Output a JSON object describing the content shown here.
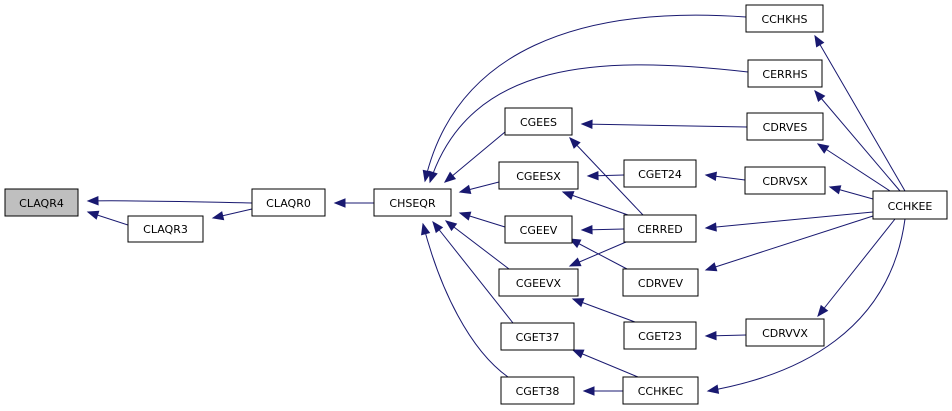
{
  "graph": {
    "root": "CLAQR4",
    "nodes": {
      "CLAQR4": "CLAQR4",
      "CLAQR3": "CLAQR3",
      "CLAQR0": "CLAQR0",
      "CHSEQR": "CHSEQR",
      "CGEES": "CGEES",
      "CGEESX": "CGEESX",
      "CGEEV": "CGEEV",
      "CGEEVX": "CGEEVX",
      "CGET37": "CGET37",
      "CGET38": "CGET38",
      "CGET24": "CGET24",
      "CERRED": "CERRED",
      "CDRVEV": "CDRVEV",
      "CGET23": "CGET23",
      "CCHKEC": "CCHKEC",
      "CCHKHS": "CCHKHS",
      "CERRHS": "CERRHS",
      "CDRVES": "CDRVES",
      "CDRVSX": "CDRVSX",
      "CDRVVX": "CDRVVX",
      "CCHKEE": "CCHKEE"
    },
    "edges": [
      [
        "CLAQR3",
        "CLAQR4"
      ],
      [
        "CLAQR0",
        "CLAQR4"
      ],
      [
        "CLAQR0",
        "CLAQR3"
      ],
      [
        "CHSEQR",
        "CLAQR0"
      ],
      [
        "CCHKHS",
        "CHSEQR"
      ],
      [
        "CERRHS",
        "CHSEQR"
      ],
      [
        "CGEES",
        "CHSEQR"
      ],
      [
        "CGEESX",
        "CHSEQR"
      ],
      [
        "CGEEV",
        "CHSEQR"
      ],
      [
        "CGEEVX",
        "CHSEQR"
      ],
      [
        "CGET37",
        "CHSEQR"
      ],
      [
        "CGET38",
        "CHSEQR"
      ],
      [
        "CDRVES",
        "CGEES"
      ],
      [
        "CERRED",
        "CGEES"
      ],
      [
        "CGET24",
        "CGEESX"
      ],
      [
        "CERRED",
        "CGEESX"
      ],
      [
        "CERRED",
        "CGEEV"
      ],
      [
        "CDRVEV",
        "CGEEV"
      ],
      [
        "CERRED",
        "CGEEVX"
      ],
      [
        "CGET23",
        "CGEEVX"
      ],
      [
        "CCHKEC",
        "CGET37"
      ],
      [
        "CCHKEC",
        "CGET38"
      ],
      [
        "CDRVSX",
        "CGET24"
      ],
      [
        "CDRVVX",
        "CGET23"
      ],
      [
        "CCHKEE",
        "CCHKHS"
      ],
      [
        "CCHKEE",
        "CERRHS"
      ],
      [
        "CCHKEE",
        "CDRVES"
      ],
      [
        "CCHKEE",
        "CDRVSX"
      ],
      [
        "CCHKEE",
        "CERRED"
      ],
      [
        "CCHKEE",
        "CDRVEV"
      ],
      [
        "CCHKEE",
        "CDRVVX"
      ],
      [
        "CCHKEE",
        "CCHKEC"
      ]
    ]
  }
}
